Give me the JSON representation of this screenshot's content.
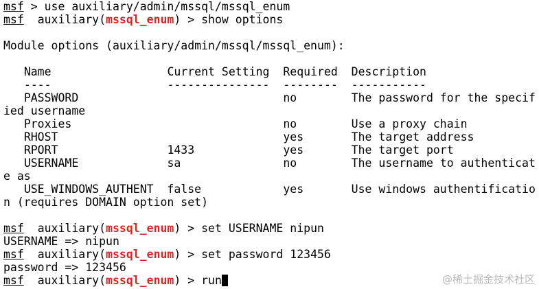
{
  "terminal": {
    "prompt": "msf",
    "module_prefix": "auxiliary(",
    "module_name": "mssql_enum",
    "module_suffix": ") > ",
    "cmd_use": " > use auxiliary/admin/mssql/mssql_enum",
    "cmd_show": "show options",
    "options_header": "Module options (auxiliary/admin/mssql/mssql_enum):",
    "columns": {
      "name": "Name",
      "current": "Current Setting",
      "required": "Required",
      "description": "Description"
    },
    "underlines": {
      "name": "----",
      "current": "---------------",
      "required": "--------",
      "description": "-----------"
    },
    "rows": [
      {
        "name": "PASSWORD",
        "current": "",
        "required": "no",
        "description": "The password for the specif",
        "wrap": "ied username"
      },
      {
        "name": "Proxies",
        "current": "",
        "required": "no",
        "description": "Use a proxy chain",
        "wrap": ""
      },
      {
        "name": "RHOST",
        "current": "",
        "required": "yes",
        "description": "The target address",
        "wrap": ""
      },
      {
        "name": "RPORT",
        "current": "1433",
        "required": "yes",
        "description": "The target port",
        "wrap": ""
      },
      {
        "name": "USERNAME",
        "current": "sa",
        "required": "no",
        "description": "The username to authenticat",
        "wrap": "e as"
      },
      {
        "name": "USE_WINDOWS_AUTHENT",
        "current": "false",
        "required": "yes",
        "description": "Use windows authentificatio",
        "wrap": "n (requires DOMAIN option set)"
      }
    ],
    "cmd_set_user": "set USERNAME nipun",
    "out_set_user": "USERNAME => nipun",
    "cmd_set_pass": "set password 123456",
    "out_set_pass": "password => 123456",
    "cmd_run": "run"
  },
  "watermark": "@稀土掘金技术社区"
}
